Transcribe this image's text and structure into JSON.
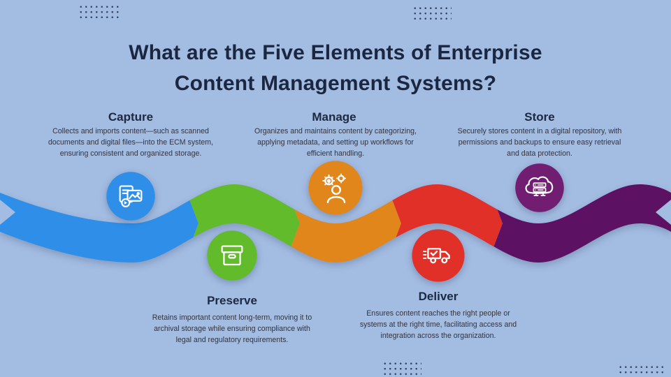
{
  "background_color": "#a3bce2",
  "title": {
    "line1": "What are the Five Elements of Enterprise",
    "line2": "Content Management Systems?",
    "color": "#1b2740"
  },
  "elements": [
    {
      "id": "capture",
      "label": "Capture",
      "description": "Collects and imports content—such as scanned documents and digital files—into the ECM system, ensuring consistent and organized storage.",
      "color": "#2f8fe8",
      "icon": "documents-media-icon"
    },
    {
      "id": "manage",
      "label": "Manage",
      "description": "Organizes and maintains content by categorizing, applying metadata, and setting up workflows for efficient handling.",
      "color": "#e0861a",
      "icon": "person-gears-icon"
    },
    {
      "id": "store",
      "label": "Store",
      "description": "Securely stores content in a digital repository, with permissions and backups to ensure easy retrieval and data protection.",
      "color": "#701d72",
      "icon": "cloud-server-icon"
    },
    {
      "id": "preserve",
      "label": "Preserve",
      "description": "Retains important content long-term, moving it to archival storage while ensuring compliance with legal and regulatory requirements.",
      "color": "#62bb2b",
      "icon": "archive-box-icon"
    },
    {
      "id": "deliver",
      "label": "Deliver",
      "description": "Ensures content reaches the right people or systems at the right time, facilitating access and integration across the organization.",
      "color": "#e03028",
      "icon": "delivery-truck-icon"
    }
  ],
  "ribbon": {
    "colors": [
      "#2f8fe8",
      "#62bb2b",
      "#e0861a",
      "#e03028",
      "#5c1163"
    ]
  },
  "decor": {
    "dot_color": "#2c3a58"
  }
}
